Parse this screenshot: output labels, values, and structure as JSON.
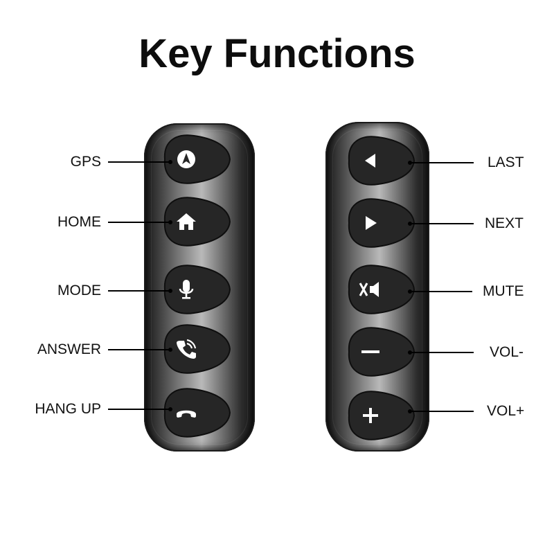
{
  "title": "Key Functions",
  "colors": {
    "background": "#ffffff",
    "button": "#2a2a2a",
    "icon": "#ffffff",
    "text": "#111111"
  },
  "left_remote": {
    "buttons": [
      {
        "label": "GPS",
        "icon": "navigation-arrow-icon"
      },
      {
        "label": "HOME",
        "icon": "home-icon"
      },
      {
        "label": "MODE",
        "icon": "microphone-icon"
      },
      {
        "label": "ANSWER",
        "icon": "phone-answer-icon"
      },
      {
        "label": "HANG UP",
        "icon": "phone-hangup-icon"
      }
    ]
  },
  "right_remote": {
    "buttons": [
      {
        "label": "LAST",
        "icon": "previous-icon"
      },
      {
        "label": "NEXT",
        "icon": "next-icon"
      },
      {
        "label": "MUTE",
        "icon": "mute-icon"
      },
      {
        "label": "VOL-",
        "icon": "volume-down-icon"
      },
      {
        "label": "VOL+",
        "icon": "volume-up-icon"
      }
    ]
  }
}
